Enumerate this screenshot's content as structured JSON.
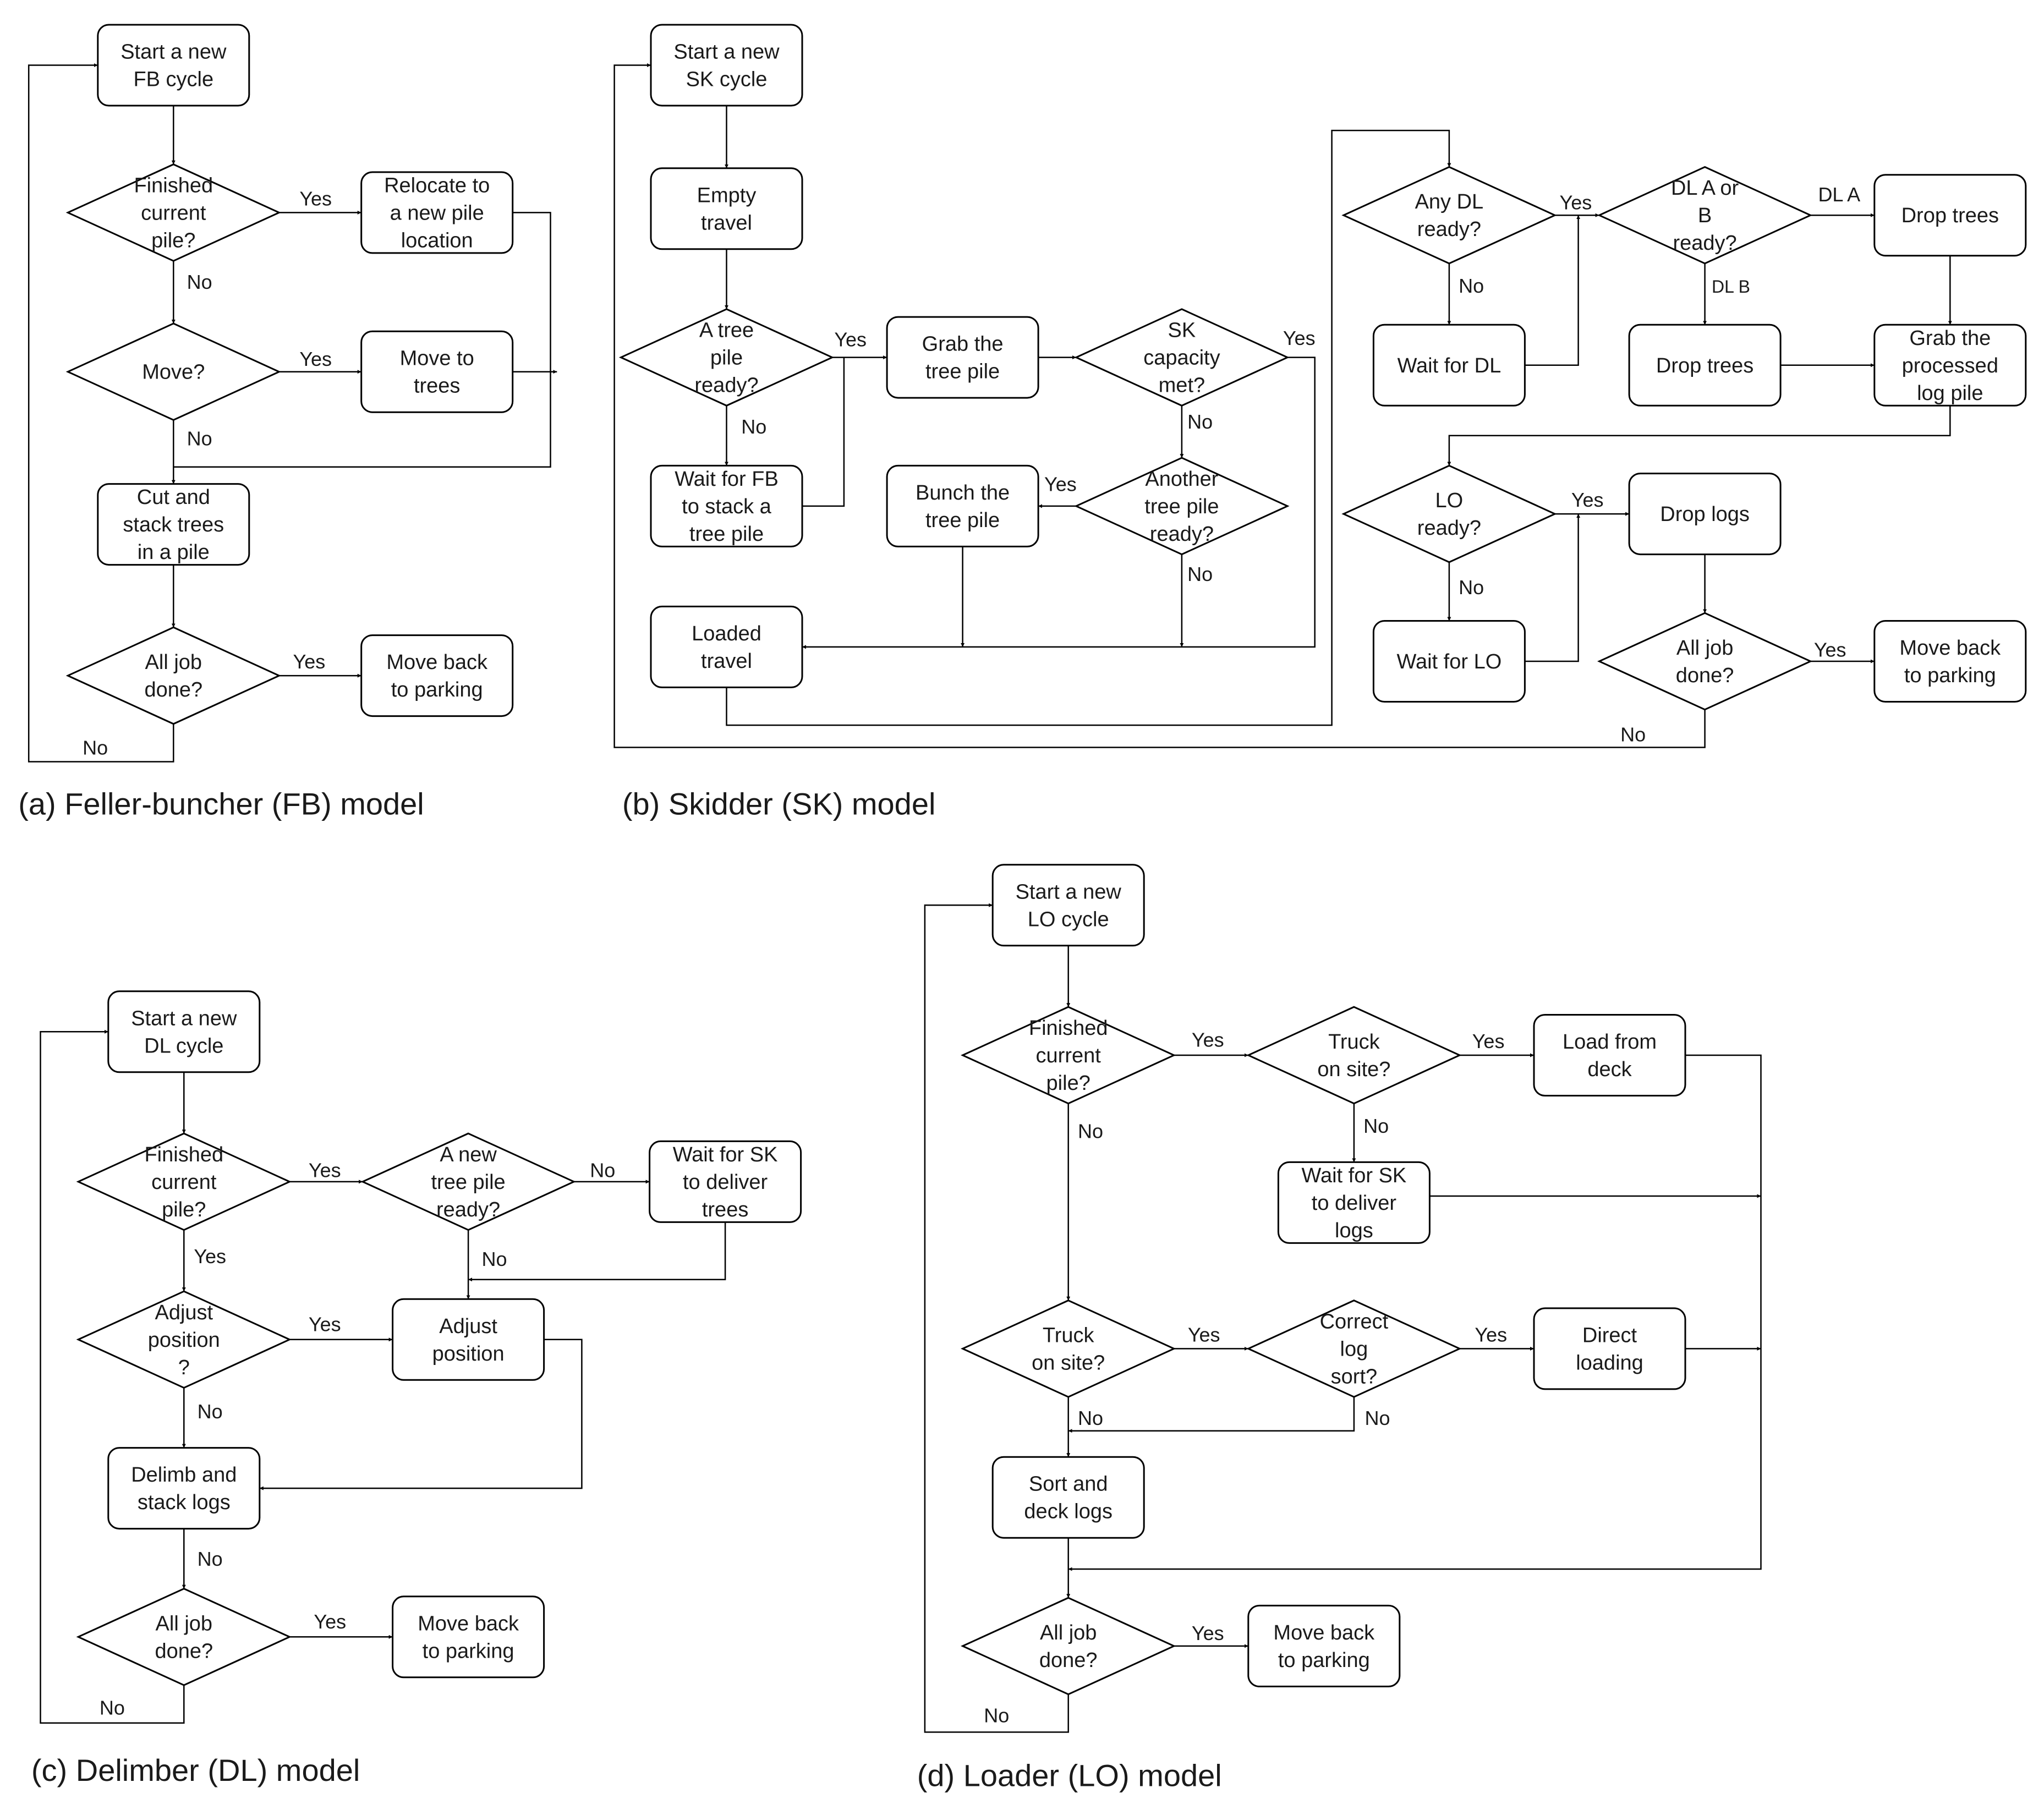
{
  "panels": [
    {
      "caption": "(a) Feller-buncher (FB) model",
      "nodes": [
        {
          "id": "fb_start",
          "text": "Start a new\nFB cycle"
        },
        {
          "id": "fb_finished",
          "text": "Finished\ncurrent\npile?"
        },
        {
          "id": "fb_relocate",
          "text": "Relocate to\na new pile\nlocation"
        },
        {
          "id": "fb_move",
          "text": "Move?"
        },
        {
          "id": "fb_movetrees",
          "text": "Move to\ntrees"
        },
        {
          "id": "fb_cut",
          "text": "Cut and\nstack trees\nin a pile"
        },
        {
          "id": "fb_alldone",
          "text": "All job\ndone?"
        },
        {
          "id": "fb_parking",
          "text": "Move back\nto parking"
        }
      ],
      "labels": [
        {
          "id": "fb_l1",
          "text": "Yes"
        },
        {
          "id": "fb_l2",
          "text": "No"
        },
        {
          "id": "fb_l3",
          "text": "Yes"
        },
        {
          "id": "fb_l4",
          "text": "No"
        },
        {
          "id": "fb_l5",
          "text": "Yes"
        },
        {
          "id": "fb_l6",
          "text": "No"
        }
      ]
    },
    {
      "caption": "(b) Skidder (SK) model",
      "nodes": [
        {
          "id": "sk_start",
          "text": "Start a new\nSK cycle"
        },
        {
          "id": "sk_empty",
          "text": "Empty\ntravel"
        },
        {
          "id": "sk_treepile",
          "text": "A tree\npile\nready?"
        },
        {
          "id": "sk_waitfb",
          "text": "Wait for FB\nto stack a\ntree pile"
        },
        {
          "id": "sk_grab",
          "text": "Grab the\ntree pile"
        },
        {
          "id": "sk_capacity",
          "text": "SK\ncapacity\nmet?"
        },
        {
          "id": "sk_another",
          "text": "Another\ntree pile\nready?"
        },
        {
          "id": "sk_bunch",
          "text": "Bunch the\ntree pile"
        },
        {
          "id": "sk_loaded",
          "text": "Loaded\ntravel"
        },
        {
          "id": "sk_anydl",
          "text": "Any DL\nready?"
        },
        {
          "id": "sk_waitdl",
          "text": "Wait for DL"
        },
        {
          "id": "sk_dlab",
          "text": "DL A or\nB\nready?"
        },
        {
          "id": "sk_droptreesA",
          "text": "Drop trees"
        },
        {
          "id": "sk_droptreesB",
          "text": "Drop trees"
        },
        {
          "id": "sk_grablog",
          "text": "Grab the\nprocessed\nlog pile"
        },
        {
          "id": "sk_loready",
          "text": "LO\nready?"
        },
        {
          "id": "sk_waitlo",
          "text": "Wait for LO"
        },
        {
          "id": "sk_droplogs",
          "text": "Drop logs"
        },
        {
          "id": "sk_alldone",
          "text": "All job\ndone?"
        },
        {
          "id": "sk_parking",
          "text": "Move back\nto parking"
        }
      ],
      "labels": [
        {
          "id": "sk_l1",
          "text": "Yes"
        },
        {
          "id": "sk_l2",
          "text": "No"
        },
        {
          "id": "sk_l3",
          "text": "Yes"
        },
        {
          "id": "sk_l4",
          "text": "No"
        },
        {
          "id": "sk_l5",
          "text": "Yes"
        },
        {
          "id": "sk_l6",
          "text": "No"
        },
        {
          "id": "sk_l7",
          "text": "Yes"
        },
        {
          "id": "sk_l8",
          "text": "No"
        },
        {
          "id": "sk_l9",
          "text": "DL A"
        },
        {
          "id": "sk_l10",
          "text": "DL B"
        },
        {
          "id": "sk_l11",
          "text": "Yes"
        },
        {
          "id": "sk_l12",
          "text": "No"
        },
        {
          "id": "sk_l13",
          "text": "Yes"
        },
        {
          "id": "sk_l14",
          "text": "No"
        }
      ]
    },
    {
      "caption": "(c) Delimber (DL) model",
      "nodes": [
        {
          "id": "dl_start",
          "text": "Start a new\nDL cycle"
        },
        {
          "id": "dl_finished",
          "text": "Finished\ncurrent\npile?"
        },
        {
          "id": "dl_newpile",
          "text": "A new\ntree pile\nready?"
        },
        {
          "id": "dl_waitsk",
          "text": "Wait for SK\nto deliver\ntrees"
        },
        {
          "id": "dl_adjustq",
          "text": "Adjust\nposition\n?"
        },
        {
          "id": "dl_adjust",
          "text": "Adjust\nposition"
        },
        {
          "id": "dl_delimb",
          "text": "Delimb and\nstack logs"
        },
        {
          "id": "dl_alldone",
          "text": "All job\ndone?"
        },
        {
          "id": "dl_parking",
          "text": "Move back\nto parking"
        }
      ],
      "labels": [
        {
          "id": "dl_l1",
          "text": "Yes"
        },
        {
          "id": "dl_l2",
          "text": "No"
        },
        {
          "id": "dl_l3",
          "text": "Yes"
        },
        {
          "id": "dl_l4",
          "text": "No"
        },
        {
          "id": "dl_l5",
          "text": "Yes"
        },
        {
          "id": "dl_l6",
          "text": "No"
        },
        {
          "id": "dl_l7",
          "text": "No"
        },
        {
          "id": "dl_l8",
          "text": "Yes"
        },
        {
          "id": "dl_l9",
          "text": "No"
        }
      ]
    },
    {
      "caption": "(d) Loader (LO) model",
      "nodes": [
        {
          "id": "lo_start",
          "text": "Start a new\nLO cycle"
        },
        {
          "id": "lo_finished",
          "text": "Finished\ncurrent\npile?"
        },
        {
          "id": "lo_truck1",
          "text": "Truck\non site?"
        },
        {
          "id": "lo_loaddeck",
          "text": "Load from\ndeck"
        },
        {
          "id": "lo_waitsk",
          "text": "Wait for SK\nto deliver\nlogs"
        },
        {
          "id": "lo_truck2",
          "text": "Truck\non site?"
        },
        {
          "id": "lo_correct",
          "text": "Correct\nlog\nsort?"
        },
        {
          "id": "lo_direct",
          "text": "Direct\nloading"
        },
        {
          "id": "lo_sort",
          "text": "Sort and\ndeck logs"
        },
        {
          "id": "lo_alldone",
          "text": "All job\ndone?"
        },
        {
          "id": "lo_parking",
          "text": "Move back\nto parking"
        }
      ],
      "labels": [
        {
          "id": "lo_l1",
          "text": "Yes"
        },
        {
          "id": "lo_l2",
          "text": "Yes"
        },
        {
          "id": "lo_l3",
          "text": "No"
        },
        {
          "id": "lo_l4",
          "text": "No"
        },
        {
          "id": "lo_l5",
          "text": "Yes"
        },
        {
          "id": "lo_l6",
          "text": "Yes"
        },
        {
          "id": "lo_l7",
          "text": "No"
        },
        {
          "id": "lo_l8",
          "text": "No"
        },
        {
          "id": "lo_l9",
          "text": "Yes"
        },
        {
          "id": "lo_l10",
          "text": "No"
        }
      ]
    }
  ]
}
